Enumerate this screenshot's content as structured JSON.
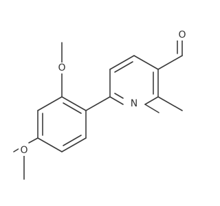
{
  "diagram": {
    "kind": "chemical-structure",
    "bond_color": "#3a3a3a",
    "label_color": "#333333",
    "atom_labels": {
      "aldehyde_oxygen": "O",
      "pyridine_nitrogen": "N",
      "methoxy_top_oxygen": "O",
      "methoxy_bottom_oxygen": "O"
    }
  }
}
